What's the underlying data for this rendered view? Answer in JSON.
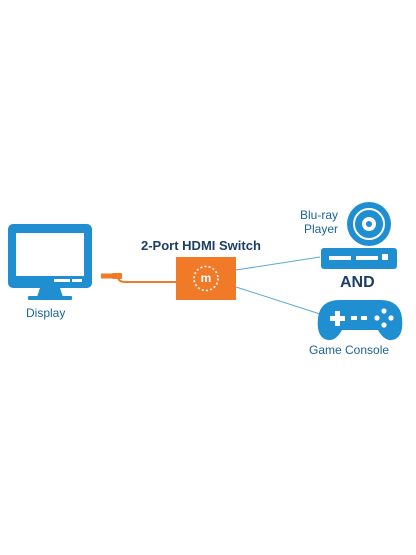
{
  "diagram": {
    "title": "2-Port HDMI Switch",
    "display_label": "Display",
    "bluray_label_line1": "Blu-ray",
    "bluray_label_line2": "Player",
    "and_label": "AND",
    "console_label": "Game Console",
    "colors": {
      "blue": "#1f8fd1",
      "dark_blue": "#1d3f63",
      "orange": "#f07a27",
      "line": "#5aa8d6",
      "white": "#ffffff"
    }
  }
}
